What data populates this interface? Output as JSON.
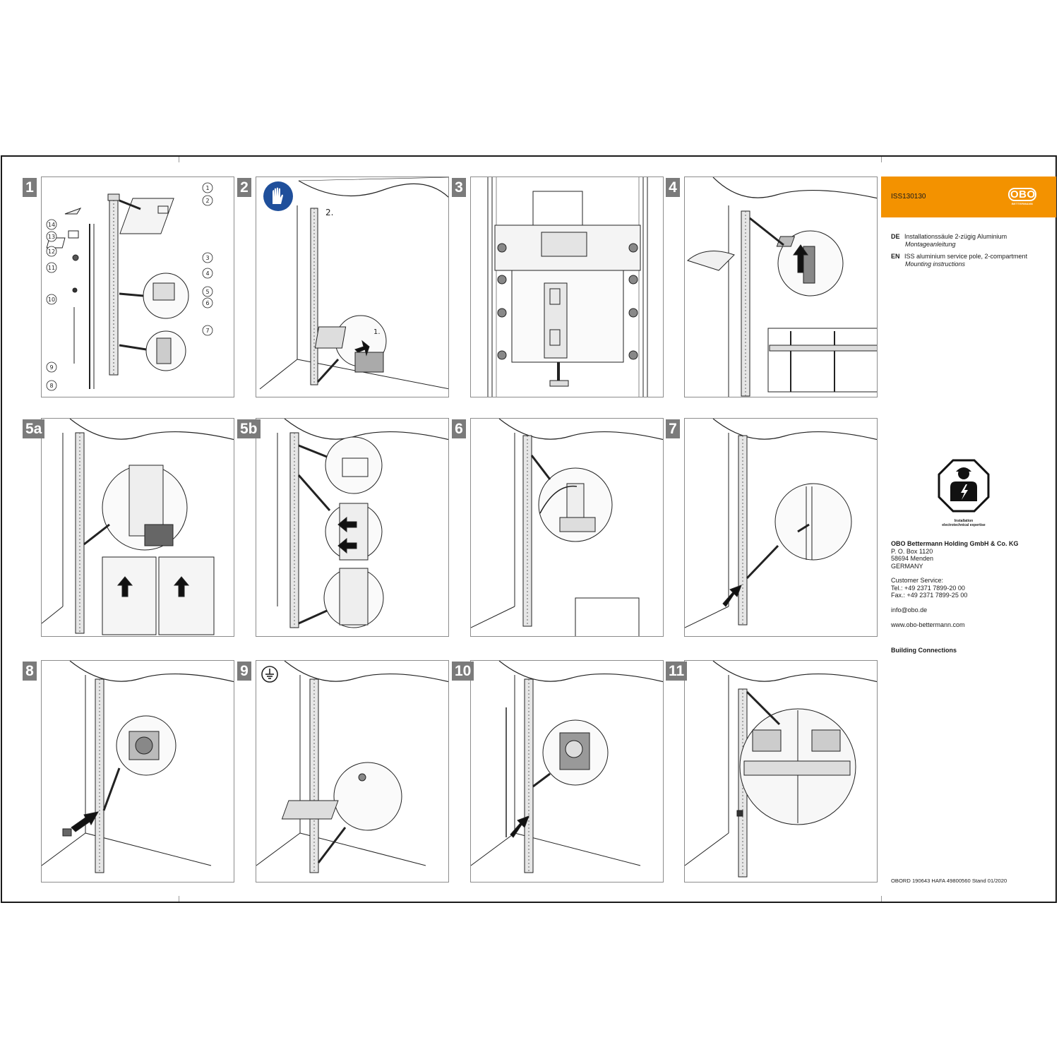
{
  "document": {
    "code": "ISS130130",
    "brand": {
      "name": "OBO",
      "sub": "BETTERMANN",
      "color": "#f39200"
    },
    "languages": [
      {
        "code": "DE",
        "title": "Installationssäule 2-zügig Aluminium",
        "subtitle": "Montageanleitung"
      },
      {
        "code": "EN",
        "title": "ISS aluminium service pole, 2-compartment",
        "subtitle": "Mounting instructions"
      }
    ],
    "safety_symbol": {
      "icon": "installer-electrician-icon",
      "caption_line1": "Installation",
      "caption_line2": "electrotechnical expertise"
    },
    "company": {
      "name": "OBO Bettermann Holding GmbH & Co. KG",
      "po_box": "P. O. Box 1120",
      "city": "58694 Menden",
      "country": "GERMANY"
    },
    "service": {
      "label": "Customer Service:",
      "tel": "Tel.: +49 2371 7899-20 00",
      "fax": "Fax.: +49 2371 7899-25 00"
    },
    "email": "info@obo.de",
    "website": "www.obo-bettermann.com",
    "division": "Building Connections",
    "footer": "OBORD 190643 HAFA 49800560 Stand 01/2020"
  },
  "steps": [
    {
      "label": "1",
      "kind": "parts"
    },
    {
      "label": "2",
      "kind": "gloves"
    },
    {
      "label": "3",
      "kind": "detail"
    },
    {
      "label": "4",
      "kind": "ceiling"
    },
    {
      "label": "5a",
      "kind": "foot"
    },
    {
      "label": "5b",
      "kind": "screws"
    },
    {
      "label": "6",
      "kind": "cable"
    },
    {
      "label": "7",
      "kind": "insert"
    },
    {
      "label": "8",
      "kind": "socket"
    },
    {
      "label": "9",
      "kind": "earth"
    },
    {
      "label": "10",
      "kind": "cover"
    },
    {
      "label": "11",
      "kind": "top"
    }
  ],
  "part_numbers": [
    "1",
    "2",
    "3",
    "4",
    "5",
    "6",
    "7",
    "8",
    "9",
    "10",
    "11",
    "12",
    "13",
    "14"
  ],
  "step_annotations": {
    "step2_a": "2.",
    "step2_b": "1."
  },
  "icons": {
    "gloves": "protective-gloves-icon",
    "earth": "earth-ground-icon"
  }
}
